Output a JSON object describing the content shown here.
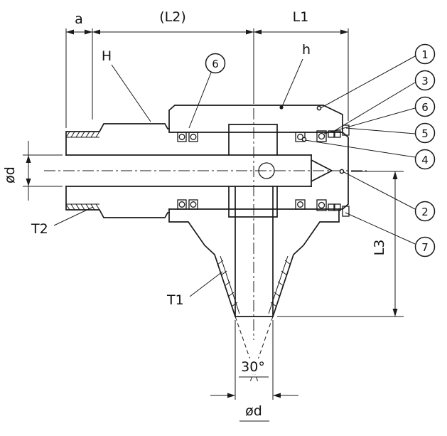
{
  "drawing": {
    "dims": {
      "a": "a",
      "l2": "(L2)",
      "l1": "L1",
      "H": "H",
      "h": "h",
      "od_left": "ød",
      "t2": "T2",
      "t1": "T1",
      "l3": "L3",
      "angle": "30°",
      "od_bottom": "ød"
    },
    "balloons": [
      {
        "num": "6"
      },
      {
        "num": "1"
      },
      {
        "num": "3"
      },
      {
        "num": "6"
      },
      {
        "num": "5"
      },
      {
        "num": "4"
      },
      {
        "num": "2"
      },
      {
        "num": "7"
      }
    ]
  }
}
